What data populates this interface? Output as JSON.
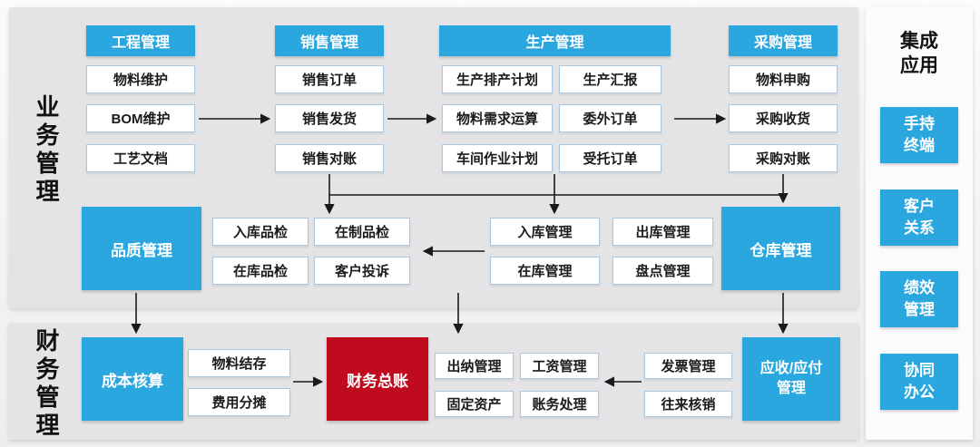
{
  "sections": {
    "business": "业务管理",
    "finance": "财务管理"
  },
  "business": {
    "columns": [
      {
        "header": "工程管理",
        "items": [
          "物料维护",
          "BOM维护",
          "工艺文档"
        ]
      },
      {
        "header": "销售管理",
        "items": [
          "销售订单",
          "销售发货",
          "销售对账"
        ]
      },
      {
        "header": "生产管理",
        "left_items": [
          "生产排产计划",
          "物料需求运算",
          "车间作业计划"
        ],
        "right_items": [
          "生产汇报",
          "委外订单",
          "受托订单"
        ]
      },
      {
        "header": "采购管理",
        "items": [
          "物料申购",
          "采购收货",
          "采购对账"
        ]
      }
    ],
    "quality": {
      "title": "品质管理",
      "items": [
        "入库品检",
        "在制品检",
        "在库品检",
        "客户投诉"
      ]
    },
    "warehouse": {
      "title": "仓库管理",
      "items": [
        "入库管理",
        "出库管理",
        "在库管理",
        "盘点管理"
      ]
    }
  },
  "finance": {
    "cost": {
      "title": "成本核算",
      "items": [
        "物料结存",
        "费用分摊"
      ]
    },
    "ledger": {
      "title": "财务总账",
      "items": [
        "出纳管理",
        "工资管理",
        "固定资产",
        "账务处理"
      ]
    },
    "payable": {
      "title": "应收/应付管理",
      "items": [
        "发票管理",
        "往来核销"
      ]
    }
  },
  "integration": {
    "title": "集成应用",
    "items": [
      "手持终端",
      "客户关系",
      "绩效管理",
      "协同办公"
    ]
  },
  "colors": {
    "accent_blue": "#2BA7E0",
    "accent_red": "#C00A1E",
    "arrow": "#1A1A1A"
  }
}
